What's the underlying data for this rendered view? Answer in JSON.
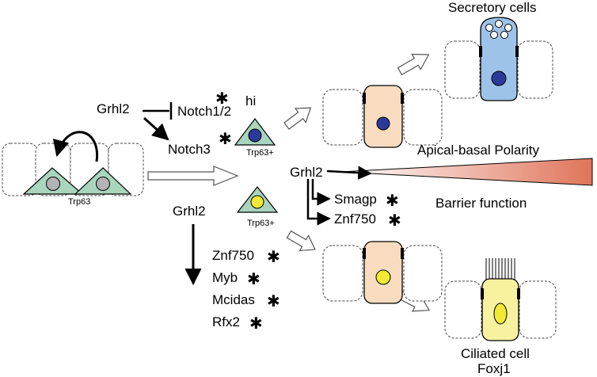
{
  "labels": {
    "grhl2_top": "Grhl2",
    "notch12": "Notch1/2",
    "notch12_sup": "hi",
    "notch3": "Notch3",
    "trp63_basal": "Trp63",
    "trp63_plus_top": "Trp63+",
    "trp63_plus_bottom": "Trp63+",
    "grhl2_left_lower": "Grhl2",
    "grhl2_mid": "Grhl2",
    "smagp": "Smagp",
    "znf750_mid": "Znf750",
    "znf750_list": "Znf750",
    "myb": "Myb",
    "mcidas": "Mcidas",
    "rfx2": "Rfx2",
    "apical_basal": "Apical-basal Polarity",
    "barrier": "Barrier function",
    "secretory": "Secretory cells",
    "ciliated": "Ciliated cell",
    "foxj1": "Foxj1",
    "asterisk": "✱"
  },
  "colors": {
    "basal_cell": "#a9d5bf",
    "nucleus_gray": "#b3b3b3",
    "nucleus_blue": "#2b3a9a",
    "nucleus_yellow": "#f2e935",
    "intermediate_cell": "#f9dcbf",
    "secretory_cell": "#9ec3e8",
    "ciliated_cell": "#f7f2a0",
    "gradient_start": "#ffffff",
    "gradient_end": "#e0745a",
    "junction": "#000000"
  }
}
